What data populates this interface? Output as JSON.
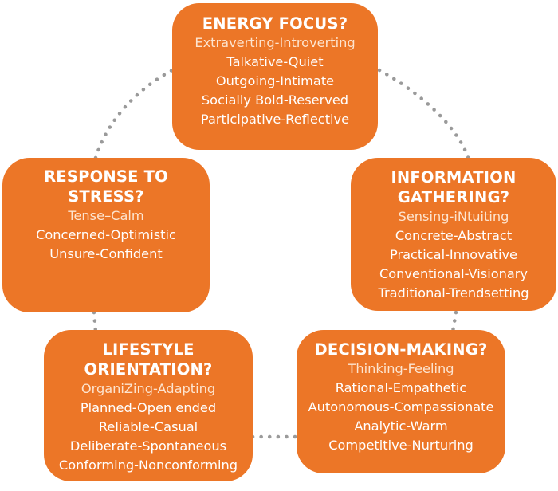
{
  "colors": {
    "box_fill": "#ec7627",
    "title_text": "#ffffff",
    "body_text": "#ffffff",
    "first_item_text": "#fde4cf",
    "connector": "#9a9a9a",
    "background": "#ffffff"
  },
  "boxes": {
    "energy": {
      "title": "ENERGY FOCUS?",
      "items": [
        "Extraverting-Introverting",
        "Talkative-Quiet",
        "Outgoing-Intimate",
        "Socially Bold-Reserved",
        "Participative-Reflective"
      ]
    },
    "info": {
      "title_line1": "INFORMATION",
      "title_line2": "GATHERING?",
      "items": [
        "Sensing-iNtuiting",
        "Concrete-Abstract",
        "Practical-Innovative",
        "Conventional-Visionary",
        "Traditional-Trendsetting"
      ]
    },
    "decision": {
      "title": "DECISION-MAKING?",
      "items": [
        "Thinking-Feeling",
        "Rational-Empathetic",
        "Autonomous-Compassionate",
        "Analytic-Warm",
        "Competitive-Nurturing"
      ]
    },
    "lifestyle": {
      "title_line1": "LIFESTYLE",
      "title_line2": "ORIENTATION?",
      "items": [
        "OrganiZing-Adapting",
        "Planned-Open ended",
        "Reliable-Casual",
        "Deliberate-Spontaneous",
        "Conforming-Nonconforming"
      ]
    },
    "stress": {
      "title_line1": "RESPONSE TO",
      "title_line2": "STRESS?",
      "items": [
        "Tense–Calm",
        "Concerned-Optimistic",
        "Unsure-Confident"
      ]
    }
  }
}
